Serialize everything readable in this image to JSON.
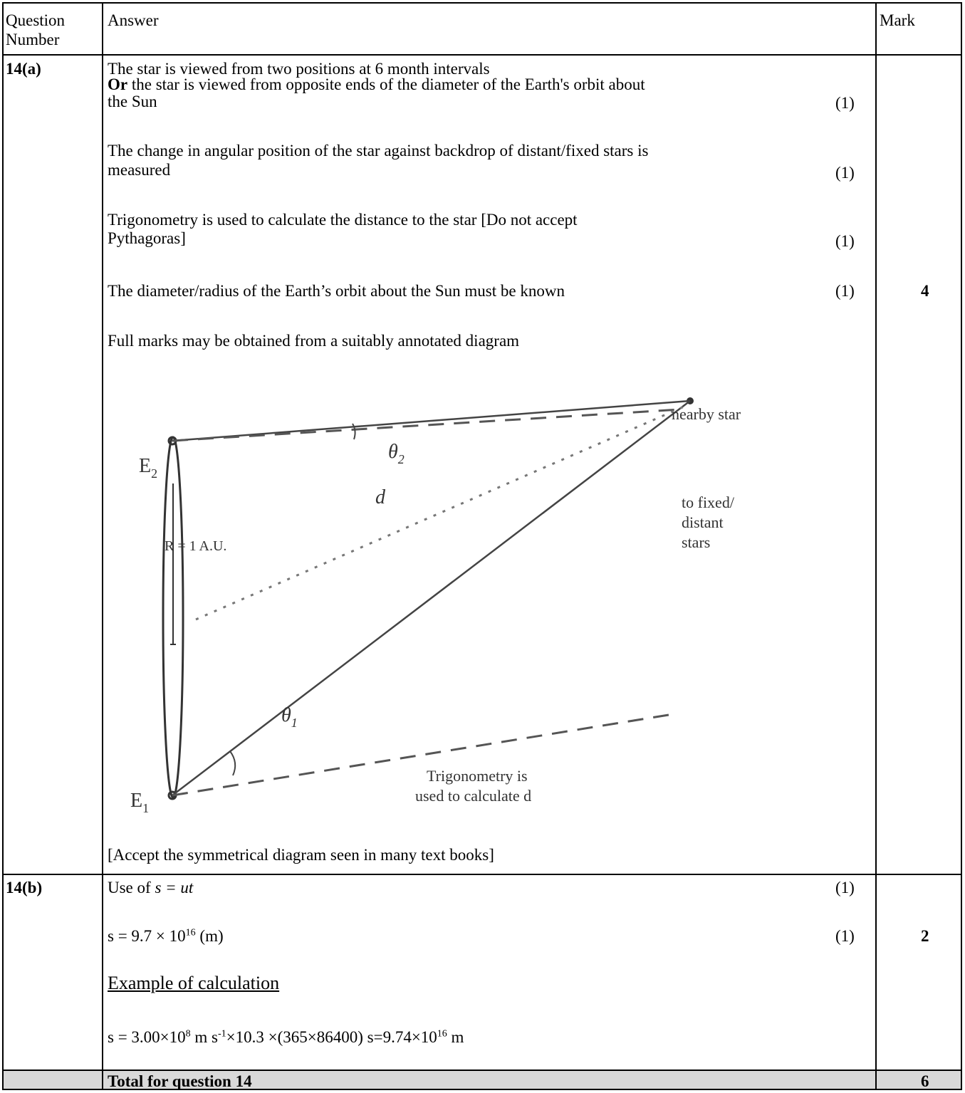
{
  "header": {
    "question_number": [
      "Question",
      "Number"
    ],
    "answer": "Answer",
    "mark": "Mark"
  },
  "q14a": {
    "number": "14(a)",
    "line1": "The star is viewed from two positions at 6 month intervals",
    "line2_bold": "Or",
    "line2_rest": " the star is viewed from opposite ends of the diameter of the Earth's orbit about",
    "line3": "the Sun",
    "line3_mark": "(1)",
    "line4": "The change in angular position of the star against backdrop of distant/fixed stars is",
    "line5": "measured",
    "line5_mark": "(1)",
    "line6": "Trigonometry is used to calculate the distance to the star [Do not accept",
    "line7": "Pythagoras]",
    "line7_mark": "(1)",
    "line8": "The diameter/radius of the Earth’s orbit about the Sun must be known",
    "line8_mark": "(1)",
    "total_mark": "4",
    "line9": "Full marks may be obtained from a suitably annotated diagram",
    "diagram": {
      "nearby_star": "nearby star",
      "e2": "E",
      "e2_sub": "2",
      "e1": "E",
      "e1_sub": "1",
      "theta2": "θ",
      "theta2_sub": "2",
      "theta1": "θ",
      "theta1_sub": "1",
      "d": "d",
      "radius": "R = 1 A.U.",
      "fixed1": "to fixed/",
      "fixed2": "distant",
      "fixed3": "stars",
      "trig1": "Trigonometry is",
      "trig2": "used to calculate d"
    },
    "line10": "[Accept the symmetrical diagram seen in many text books]"
  },
  "q14b": {
    "number": "14(b)",
    "line1_prefix": "Use of ",
    "line1_eq": "s = ut",
    "line1_mark": "(1)",
    "line2": "s = 9.7 × 10",
    "line2_exp": "16",
    "line2_unit": " (m)",
    "line2_mark": "(1)",
    "total_mark": "2",
    "example_heading": "Example of calculation",
    "calc_a": "s = 3.00×10",
    "calc_a_exp": "8",
    "calc_b": " m s",
    "calc_b_exp": "-1",
    "calc_c": "×10.3 ×(365×86400) s=9.74×10",
    "calc_c_exp": "16",
    "calc_d": " m"
  },
  "total": {
    "label": "Total for question 14",
    "mark": "6"
  }
}
